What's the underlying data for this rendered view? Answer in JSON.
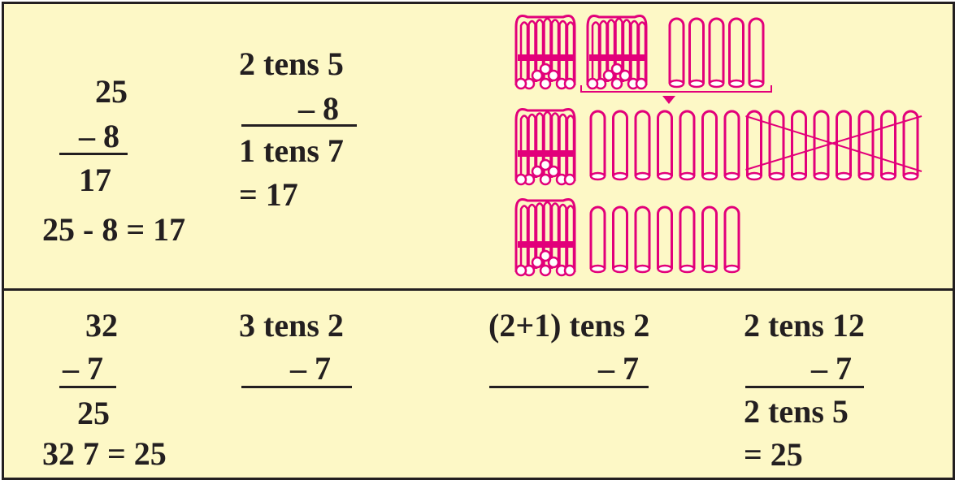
{
  "colors": {
    "background": "#fdf8c6",
    "ink": "#231f20",
    "sticks": "#e2007a"
  },
  "top": {
    "vertical": {
      "minuend": "25",
      "subtrahend": "– 8",
      "result": "17",
      "equation": "25 - 8 = 17"
    },
    "tens": {
      "line1": "2 tens  5",
      "line2": "–   8",
      "line3": "1 tens 7",
      "line4": "=  17"
    },
    "sticks_rows": [
      {
        "bundles": 2,
        "loose": 5
      },
      {
        "bundles": 1,
        "loose": 15,
        "crossed": 8
      },
      {
        "bundles": 1,
        "loose": 7
      }
    ]
  },
  "bottom": {
    "vertical": {
      "minuend": "32",
      "subtrahend": "– 7",
      "result": "25",
      "equation": "32   7 = 25"
    },
    "tens": {
      "line1": "3 tens 2",
      "line2": "–   7"
    },
    "regroup": {
      "line1": "(2+1) tens 2",
      "line2": "– 7"
    },
    "answer": {
      "line1": "2 tens 12",
      "line2": "– 7",
      "line3": "2 tens 5",
      "line4": "= 25"
    }
  }
}
